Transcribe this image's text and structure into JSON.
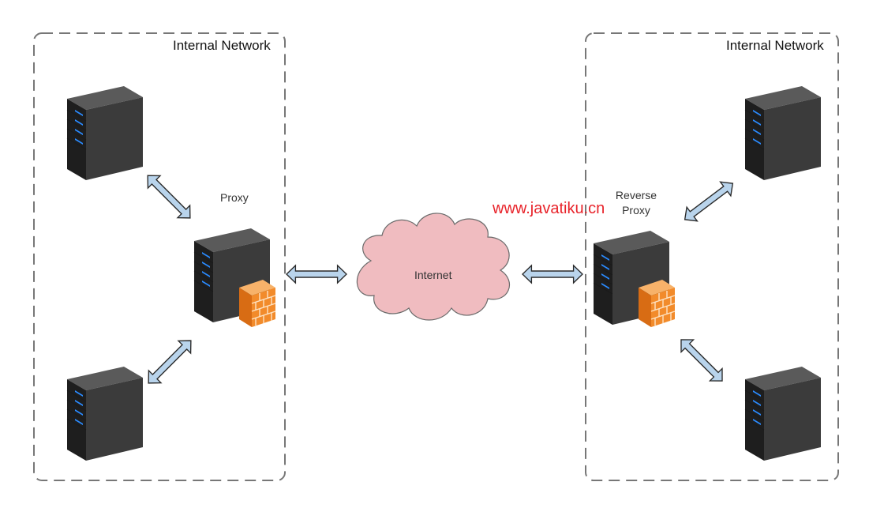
{
  "left_network": {
    "title": "Internal Network"
  },
  "right_network": {
    "title": "Internal Network"
  },
  "proxy": {
    "label": "Proxy"
  },
  "reverse_proxy": {
    "label_line1": "Reverse",
    "label_line2": "Proxy"
  },
  "internet": {
    "label": "Internet"
  },
  "watermark": {
    "text": "www.javatiku.cn"
  },
  "colors": {
    "boundary": "#777777",
    "server_front": "#3a3a3a",
    "server_side": "#202020",
    "server_top": "#555555",
    "server_led": "#2a8bff",
    "arrow_fill": "#b9d4ec",
    "arrow_stroke": "#2a2a2a",
    "cloud_fill": "#f0bcc0",
    "cloud_stroke": "#6b6b6b",
    "firewall_brick": "#f28b2b",
    "watermark": "#e8232a"
  }
}
